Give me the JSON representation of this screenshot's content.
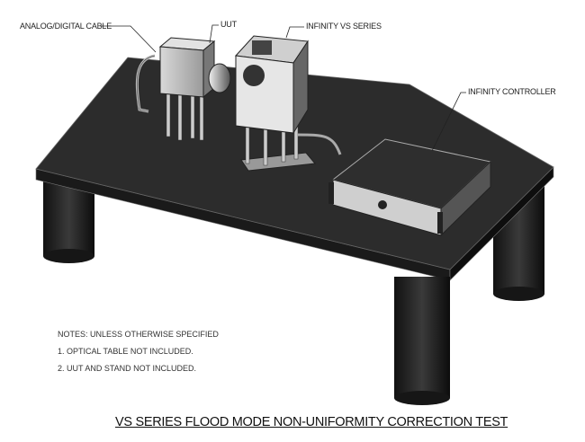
{
  "callouts": {
    "cable": "ANALOG/DIGITAL CABLE",
    "uut": "UUT",
    "vs_series": "INFINITY VS SERIES",
    "controller": "INFINITY CONTROLLER"
  },
  "notes": {
    "heading": "NOTES: UNLESS OTHERWISE SPECIFIED",
    "items": [
      "1. OPTICAL TABLE NOT INCLUDED.",
      "2. UUT AND STAND NOT INCLUDED."
    ]
  },
  "title": "VS SERIES FLOOD MODE NON-UNIFORMITY CORRECTION TEST"
}
